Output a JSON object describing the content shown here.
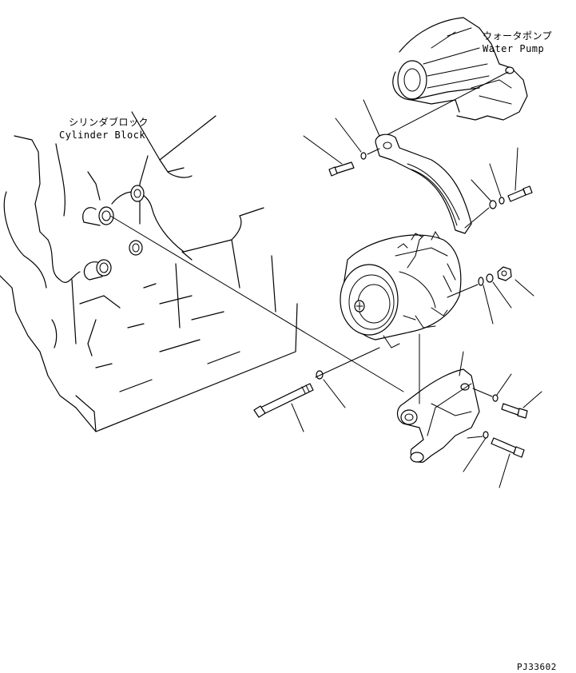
{
  "labels": {
    "water_pump_jp": "ウォータポンプ",
    "water_pump_en": "Water Pump",
    "cylinder_block_jp": "シリンダブロック",
    "cylinder_block_en": "Cylinder Block",
    "drawing_number": "PJ33602"
  }
}
